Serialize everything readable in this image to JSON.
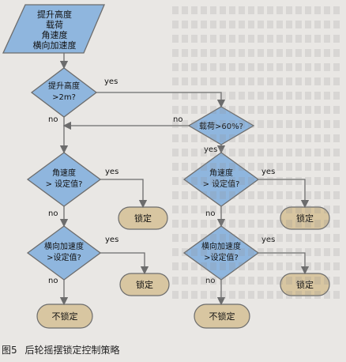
{
  "caption": {
    "figure_no": "图5",
    "title": "后轮摇摆锁定控制策略"
  },
  "inputs": {
    "line1": "提升高度",
    "line2": "载荷",
    "line3": "角速度",
    "line4": "横向加速度"
  },
  "decisions": {
    "lift_height": {
      "line1": "提升高度",
      "line2": ">2m?"
    },
    "load": {
      "line1": "载荷>60%?"
    },
    "ang_vel_left": {
      "line1": "角速度",
      "line2": "> 设定值?"
    },
    "lat_acc_left": {
      "line1": "横向加速度",
      "line2": ">设定值?"
    },
    "ang_vel_right": {
      "line1": "角速度",
      "line2": "> 设定值?"
    },
    "lat_acc_right": {
      "line1": "横向加速度",
      "line2": ">设定值?"
    }
  },
  "terminals": {
    "lock_1": "锁定",
    "lock_2": "锁定",
    "lock_3": "锁定",
    "lock_4": "锁定",
    "unlock_left": "不锁定",
    "unlock_right": "不锁定"
  },
  "edge_labels": {
    "yes": "yes",
    "no": "no"
  },
  "colors": {
    "shape_fill": "#8fb6de",
    "terminal_fill": "#d8c6a1",
    "stroke": "#6c6c6c"
  }
}
